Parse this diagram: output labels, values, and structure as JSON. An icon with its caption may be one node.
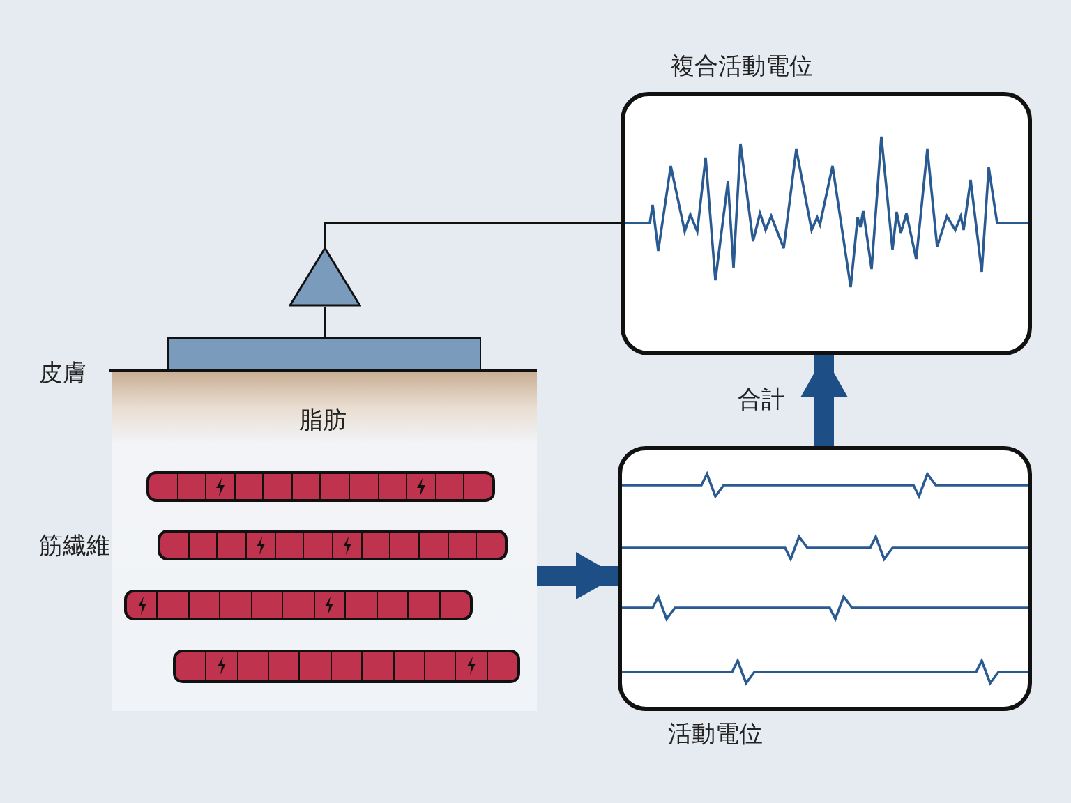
{
  "diagram": {
    "nodes": [
      {
        "text": [
          "複合活動電位"
        ]
      },
      {
        "text": [
          "活動電位"
        ]
      },
      {
        "text": [],
        "shape": "box"
      },
      {
        "text": [],
        "shape": "triangle"
      },
      {
        "text": [
          "脂肪"
        ]
      },
      {
        "text": [],
        "shape": "bar",
        "in": 4
      },
      {
        "text": [],
        "shape": "bar",
        "in": 4
      },
      {
        "text": [],
        "shape": "bar",
        "in": 4
      },
      {
        "text": [],
        "shape": "bar",
        "in": 4
      }
    ],
    "edges": [
      {
        "from": 2,
        "to": 3,
        "arrow": "none",
        "color": "#111111"
      },
      {
        "from": 3,
        "to": 0,
        "arrow": "none",
        "color": "#111111"
      },
      {
        "from": 4,
        "to": 1,
        "arrow": "to",
        "style": "thick",
        "color": "#1d4f86"
      },
      {
        "from": 1,
        "to": 0,
        "arrow": "to",
        "label": "合計",
        "style": "thick",
        "color": "#1d4f86"
      }
    ],
    "labels": [
      "皮膚",
      "筋繊維"
    ]
  }
}
